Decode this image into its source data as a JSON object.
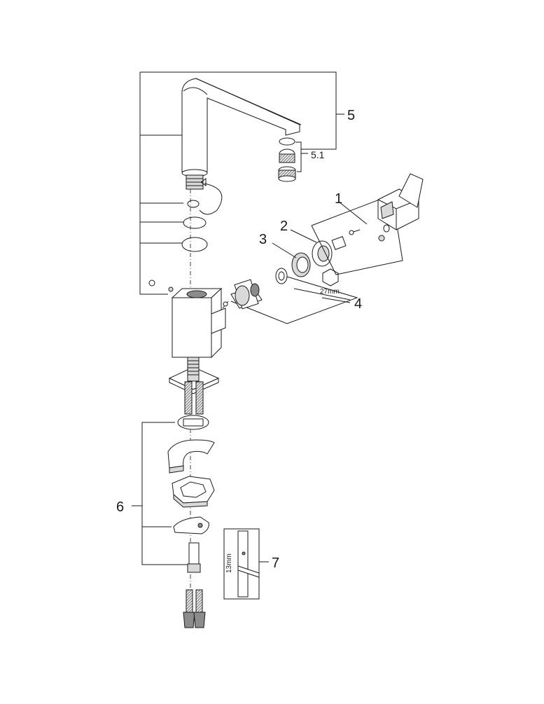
{
  "diagram": {
    "callouts": [
      {
        "id": "1",
        "label": "1"
      },
      {
        "id": "2",
        "label": "2"
      },
      {
        "id": "3",
        "label": "3"
      },
      {
        "id": "4",
        "label": "4"
      },
      {
        "id": "5",
        "label": "5"
      },
      {
        "id": "5.1",
        "label": "5.1"
      },
      {
        "id": "6",
        "label": "6"
      },
      {
        "id": "7",
        "label": "7"
      }
    ],
    "dimensions": {
      "hex_wrench": "27mm",
      "tool_size": "13mm"
    },
    "colors": {
      "line": "#1a1a1a",
      "fill_light": "#d9d9d9",
      "fill_dark": "#8c8c8c",
      "background": "#ffffff"
    }
  }
}
